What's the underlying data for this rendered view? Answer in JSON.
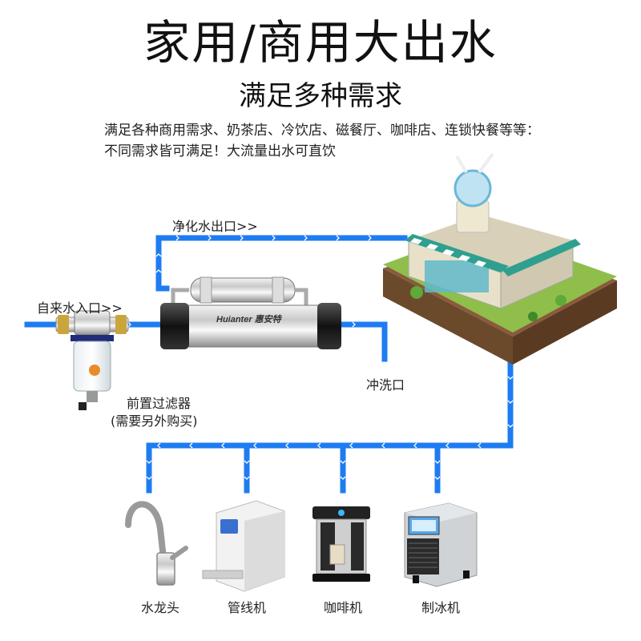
{
  "header": {
    "title": "家用/商用大出水",
    "subtitle": "满足多种需求",
    "description": "满足各种商用需求、奶茶店、冷饮店、磁餐厅、咖啡店、连锁快餐等等：不同需求皆可满足！大流量出水可直饮"
  },
  "diagram": {
    "inlet_label": "自来水入口>>",
    "outlet_label": "净化水出口>>",
    "flush_label": "冲洗口",
    "prefilter_label": "前置过滤器",
    "prefilter_note": "(需要另外购买)",
    "purifier_brand": "Huianter 惠安特",
    "pipe_color": "#1e7cf2"
  },
  "appliances": [
    {
      "label": "水龙头",
      "icon": "faucet-icon"
    },
    {
      "label": "管线机",
      "icon": "water-dispenser-icon"
    },
    {
      "label": "咖啡机",
      "icon": "coffee-machine-icon"
    },
    {
      "label": "制冰机",
      "icon": "ice-maker-icon"
    }
  ]
}
